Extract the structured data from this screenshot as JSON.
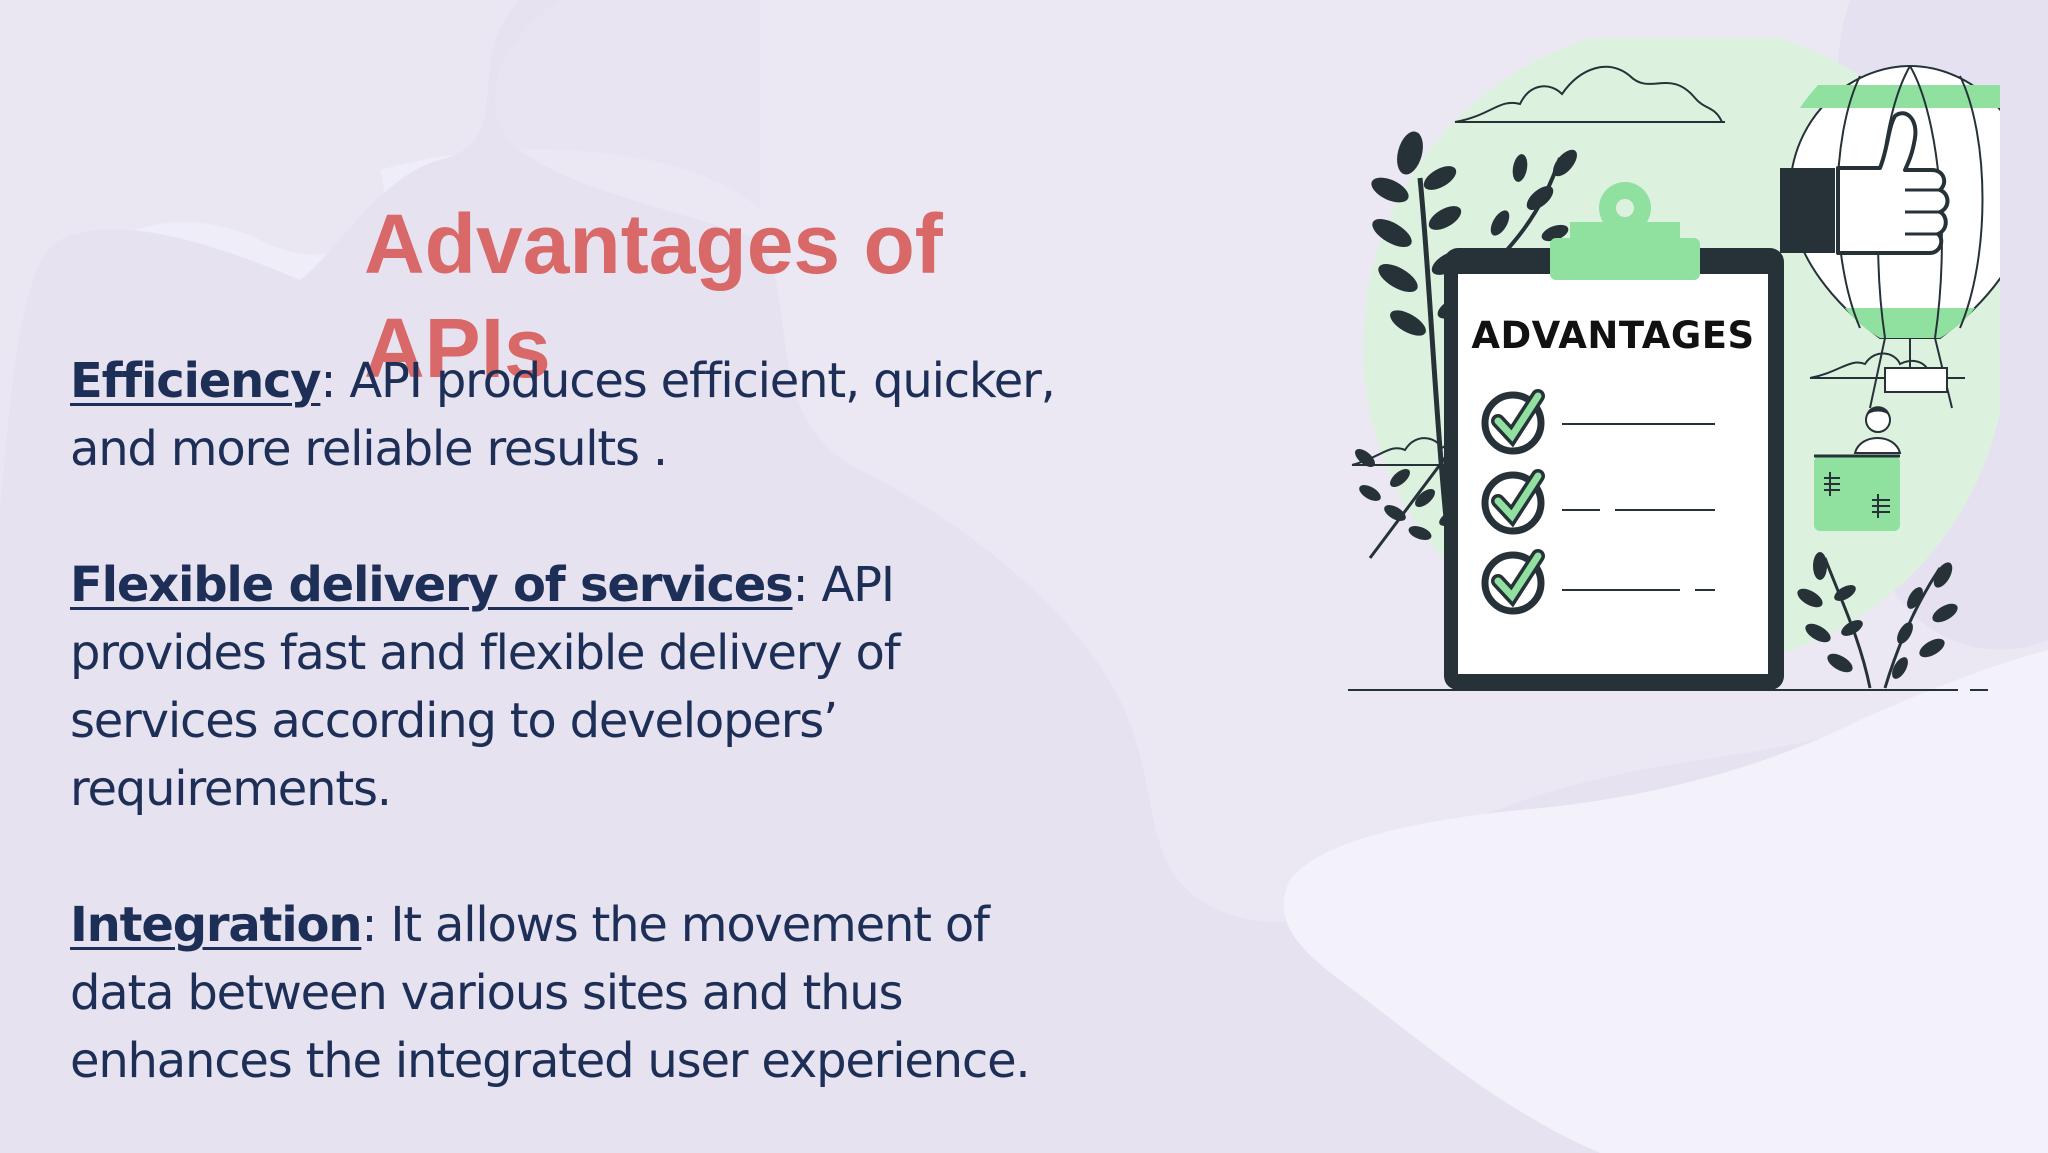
{
  "slide": {
    "title": "Advantages of APIs",
    "points": [
      {
        "term": "Efficiency",
        "sep": ": ",
        "text": "API produces efficient, quicker, and more reliable results ."
      },
      {
        "term": "Flexible delivery of services",
        "sep": ": ",
        "text": "API provides fast and flexible delivery of services according to developers’ requirements."
      },
      {
        "term": "Integration",
        "sep": ": ",
        "text": "It allows the movement of data between various sites and thus enhances the integrated user experience."
      }
    ]
  },
  "illustration": {
    "clipboard_heading": "ADVANTAGES",
    "icons": [
      "clipboard-icon",
      "checkmark-icon",
      "thumbs-up-icon",
      "hot-air-balloon-icon",
      "person-icon",
      "plant-icon",
      "cloud-icon"
    ]
  },
  "colors": {
    "background": "#e6e2f0",
    "background_light": "#efedf7",
    "title": "#d96868",
    "text": "#1d2f56",
    "accent_green": "#90e0a0",
    "accent_green_light": "#dcf2df",
    "dark": "#263238"
  }
}
